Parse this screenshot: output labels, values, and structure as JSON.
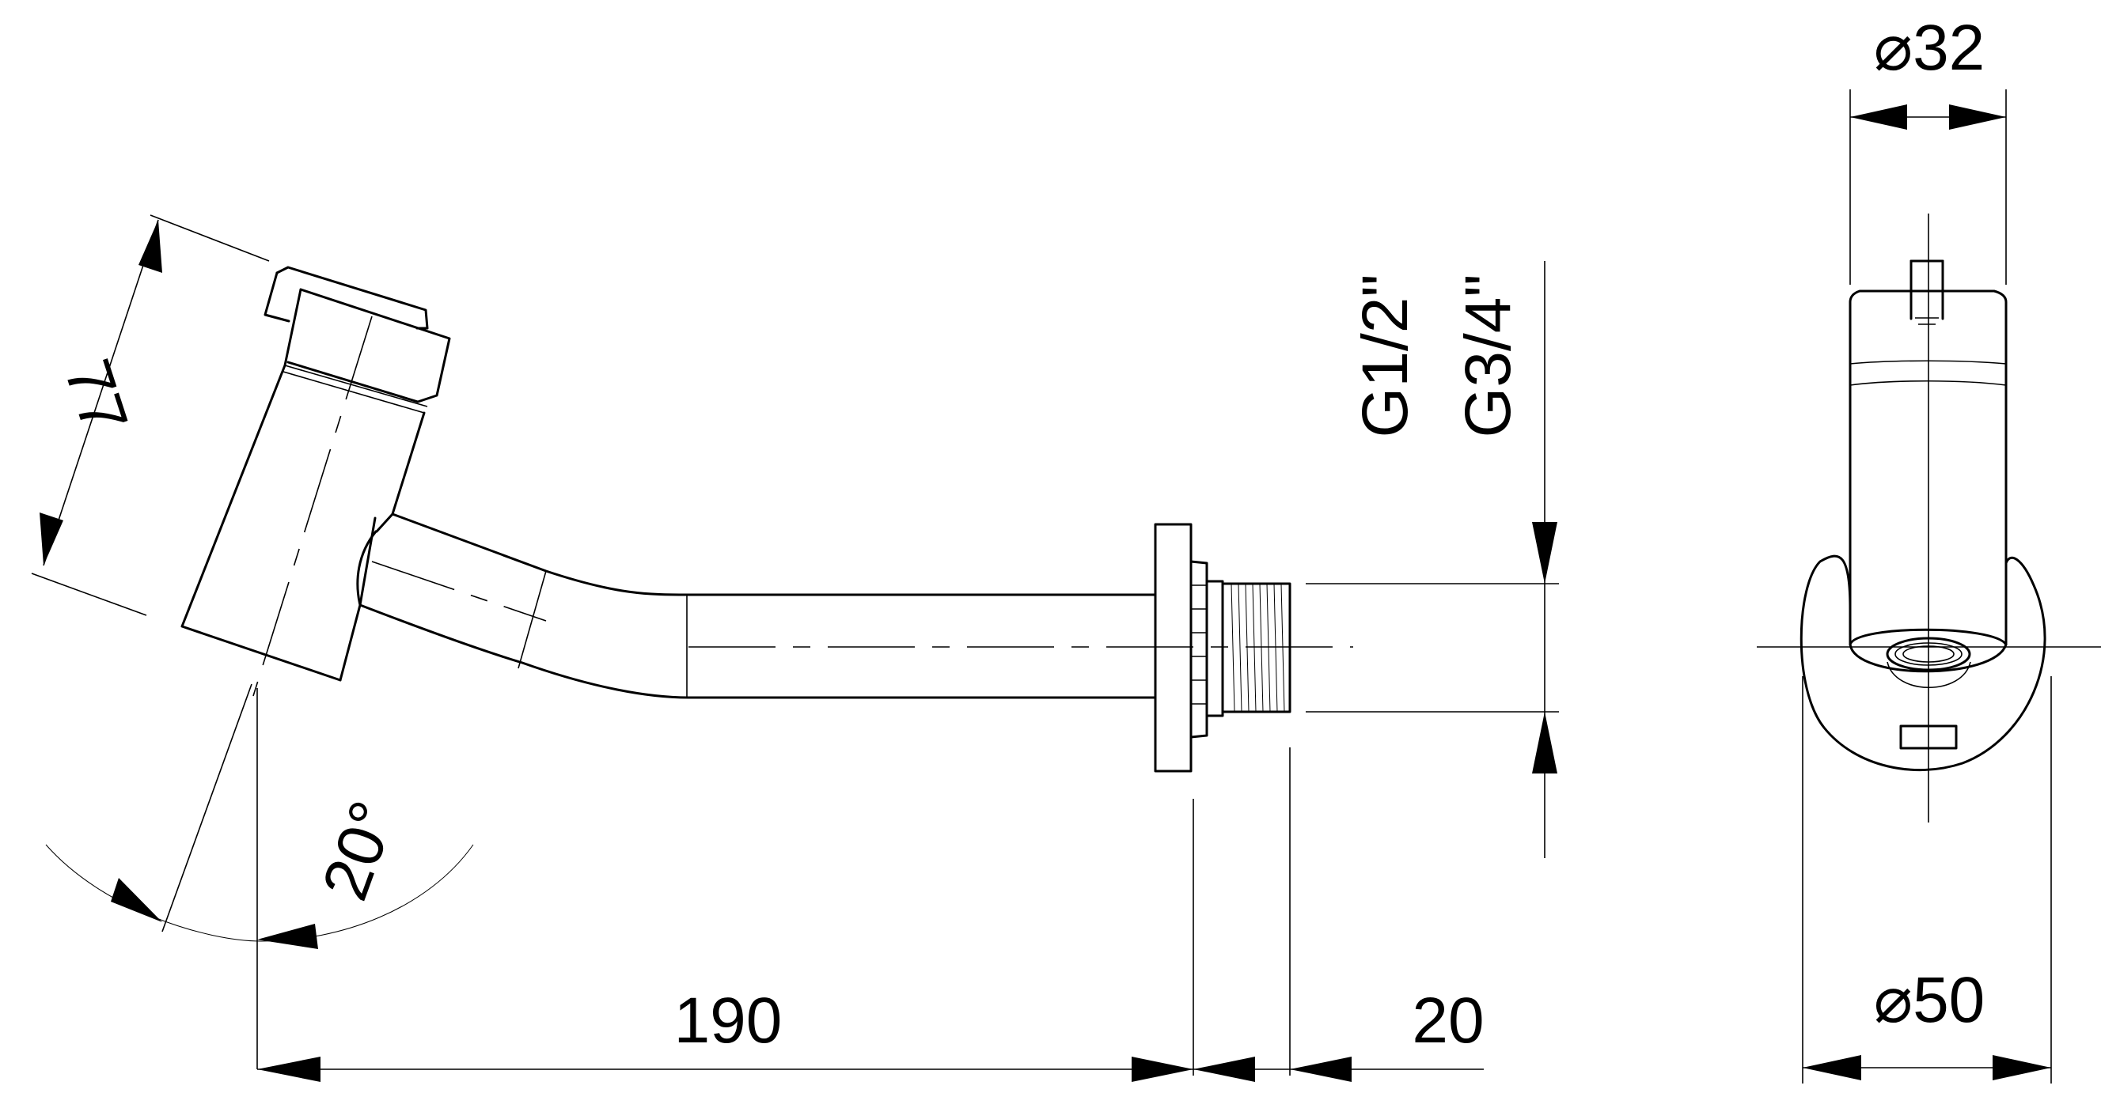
{
  "dimensions": {
    "height": "77",
    "angle": "20°",
    "length_main": "190",
    "length_thread": "20",
    "thread_1": "G1/2\"",
    "thread_2": "G3/4\"",
    "diameter_top": "⌀32",
    "diameter_bottom": "⌀50"
  },
  "colors": {
    "line": "#000000",
    "background": "#ffffff"
  }
}
